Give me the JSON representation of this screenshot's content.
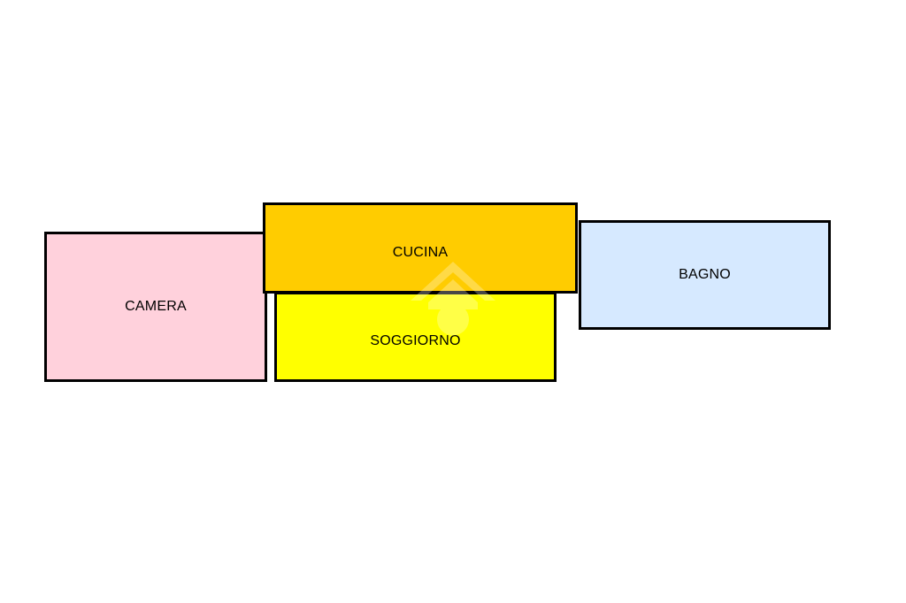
{
  "rooms": {
    "camera": {
      "label": "CAMERA",
      "color": "#FFD1DC"
    },
    "cucina": {
      "label": "CUCINA",
      "color": "#FFCC00"
    },
    "soggiorno": {
      "label": "SOGGIORNO",
      "color": "#FFFF00"
    },
    "bagno": {
      "label": "BAGNO",
      "color": "#D6E9FF"
    }
  },
  "watermark": {
    "icon": "house-logo-icon",
    "color": "#FFFFFF"
  }
}
